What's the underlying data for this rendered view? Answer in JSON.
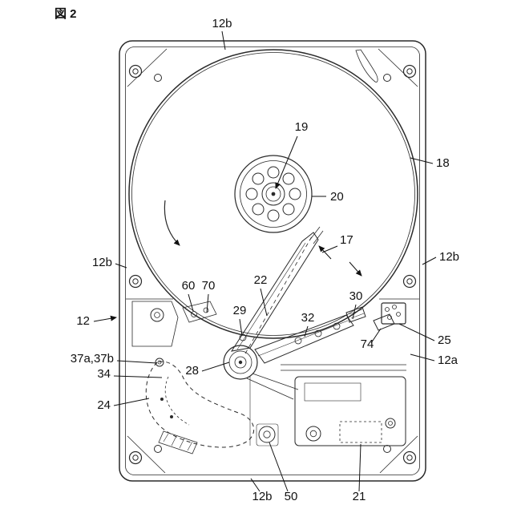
{
  "figure": {
    "title": "図 2"
  },
  "labels": {
    "disk_top_12b": "12b",
    "l19": "19",
    "l20": "20",
    "l18": "18",
    "l17": "17",
    "left_12b": "12b",
    "right_12b": "12b",
    "l12": "12",
    "l60": "60",
    "l70": "70",
    "l22": "22",
    "l29": "29",
    "l32": "32",
    "l30": "30",
    "l74": "74",
    "l25": "25",
    "l12a": "12a",
    "l37": "37a,37b",
    "l34": "34",
    "l28": "28",
    "l24": "24",
    "bottom_12b": "12b",
    "l50": "50",
    "l21": "21"
  },
  "colors": {
    "line": "#2a2a2a",
    "text": "#111111",
    "background": "#ffffff"
  }
}
